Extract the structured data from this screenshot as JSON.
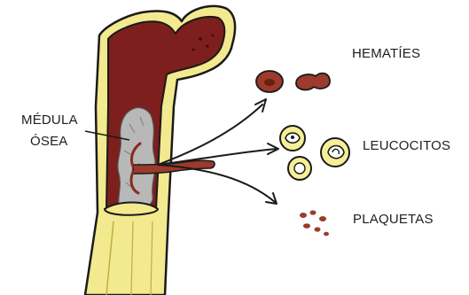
{
  "labels": {
    "medula_line1": "MÉDULA",
    "medula_line2": "ÓSEA",
    "hematies": "HEMATÍES",
    "leucocitos": "LEUCOCITOS",
    "plaquetas": "PLAQUETAS"
  },
  "colors": {
    "bone_yellow": "#f3e98f",
    "bone_shadow": "#d9c85a",
    "marrow_red": "#7d1f1c",
    "spongy_gray": "#b8b8b8",
    "blood_red": "#9c3a2c",
    "cell_yellow": "#f7ef96",
    "outline": "#1a1a1a"
  }
}
